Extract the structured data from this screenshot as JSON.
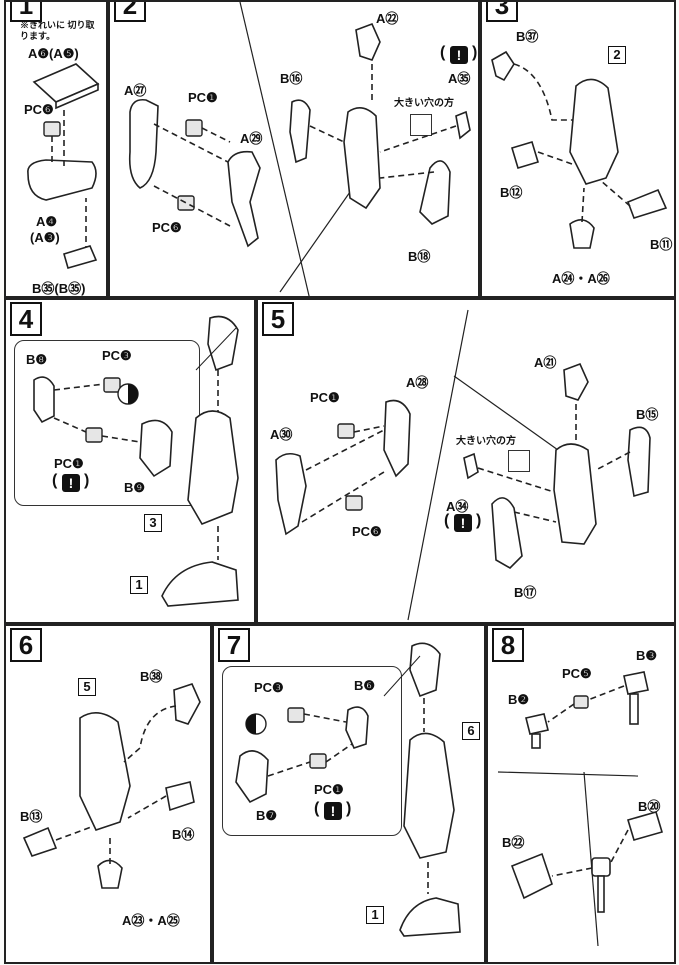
{
  "step1": {
    "number": "1",
    "note": "※きれいに 切り取ります。",
    "labels": [
      "A❻(A❺)",
      "PC❻",
      "A❹",
      "(A❸)",
      "B㉟(B㉟)"
    ]
  },
  "step2": {
    "number": "2",
    "labels": [
      "A㉗",
      "PC❶",
      "A㉙",
      "PC❻",
      "A㉒",
      "B⑯",
      "A㉟",
      "大きい穴の方",
      "B⑱"
    ]
  },
  "step3": {
    "number": "3",
    "ref": "2",
    "labels": [
      "B㊲",
      "B⑫",
      "B⑪",
      "A㉔・A㉖"
    ]
  },
  "step4": {
    "number": "4",
    "labels": [
      "B❽",
      "PC❸",
      "PC❶",
      "B❾"
    ],
    "refs": [
      "3",
      "1"
    ]
  },
  "step5": {
    "number": "5",
    "labels": [
      "A㉘",
      "PC❶",
      "A㉚",
      "PC❻",
      "A㉑",
      "B⑮",
      "大きい穴の方",
      "A㉞",
      "B⑰"
    ]
  },
  "step6": {
    "number": "6",
    "ref": "5",
    "labels": [
      "B㊳",
      "B⑬",
      "B⑭",
      "A㉓・A㉕"
    ]
  },
  "step7": {
    "number": "7",
    "labels": [
      "PC❸",
      "B❻",
      "PC❶",
      "B❼"
    ],
    "refs": [
      "6",
      "1"
    ]
  },
  "step8": {
    "number": "8",
    "labels": [
      "B❸",
      "PC❺",
      "B❷",
      "B⑳",
      "B㉒"
    ]
  },
  "warning_glyph": "!",
  "colors": {
    "line": "#222222",
    "paper": "#fbfbfa"
  }
}
